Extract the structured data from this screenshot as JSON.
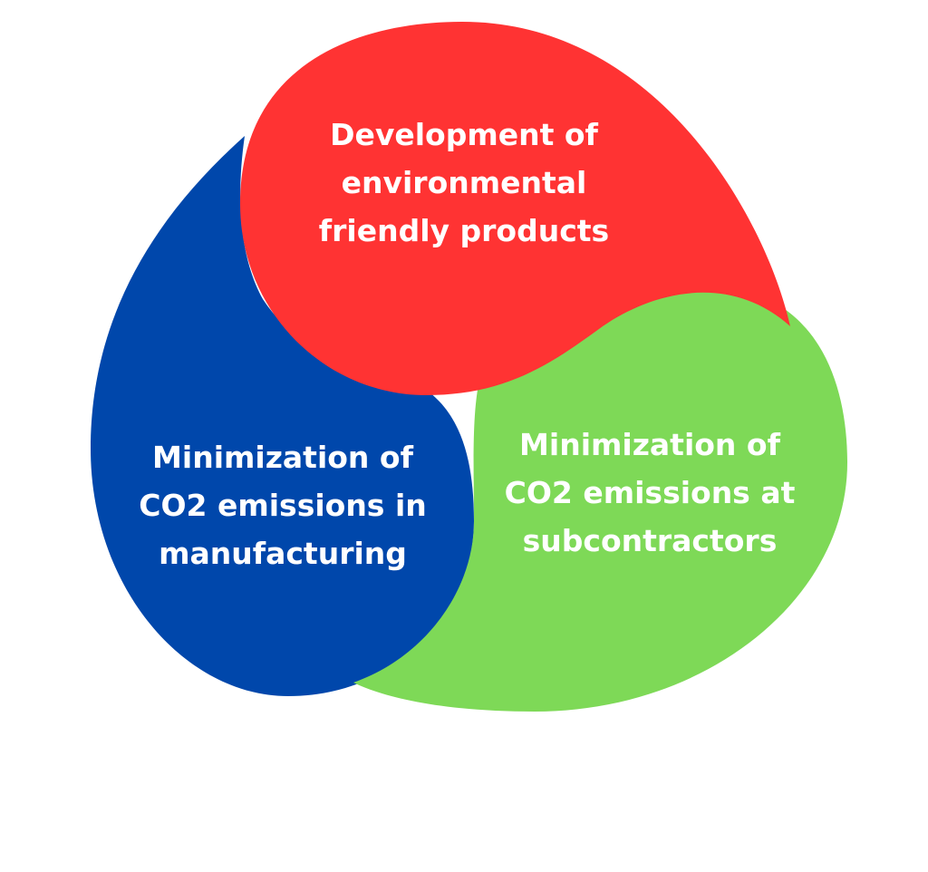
{
  "colors": {
    "red": "#FF3333",
    "blue": "#0047AB",
    "green": "#7ED957",
    "text": "#FFFFFF",
    "background": "#FFFFFF"
  },
  "blobs": {
    "red": {
      "lines": [
        "Development of",
        "environmental",
        "friendly products"
      ]
    },
    "blue": {
      "lines": [
        "Minimization of",
        "CO2 emissions in",
        "manufacturing"
      ]
    },
    "green": {
      "lines": [
        "Minimization of",
        "CO2 emissions at",
        "subcontractors"
      ]
    }
  }
}
